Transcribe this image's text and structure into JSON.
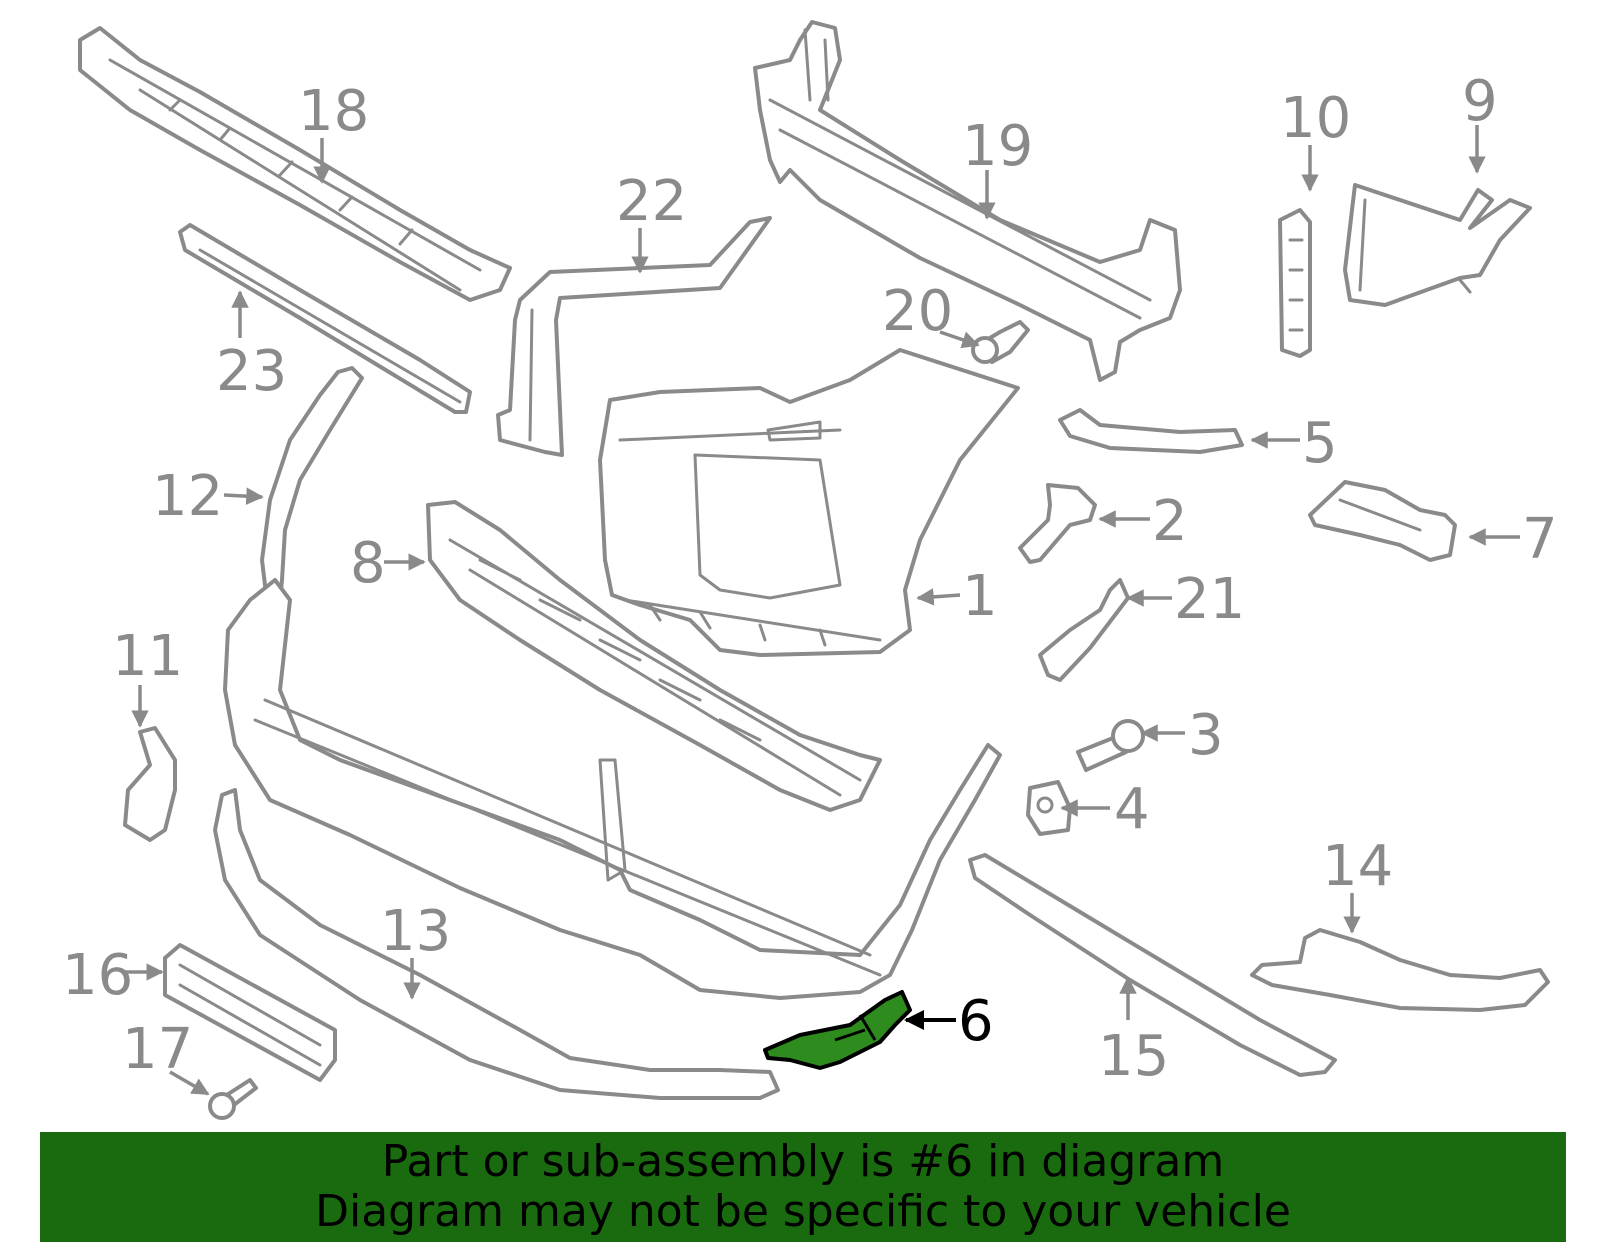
{
  "colors": {
    "outline": "#8a8a8a",
    "highlight_fill": "#2e8b1e",
    "banner_bg": "#1a6b0f",
    "banner_text": "#000000"
  },
  "highlight": {
    "label": "6"
  },
  "labels": {
    "l1": "1",
    "l2": "2",
    "l3": "3",
    "l4": "4",
    "l5": "5",
    "l7": "7",
    "l8": "8",
    "l9": "9",
    "l10": "10",
    "l11": "11",
    "l12": "12",
    "l13": "13",
    "l14": "14",
    "l15": "15",
    "l16": "16",
    "l17": "17",
    "l18": "18",
    "l19": "19",
    "l20": "20",
    "l21": "21",
    "l22": "22",
    "l23": "23"
  },
  "banner": {
    "line1": "Part or sub-assembly is #6 in diagram",
    "line2": "Diagram may not be specific to your vehicle"
  }
}
